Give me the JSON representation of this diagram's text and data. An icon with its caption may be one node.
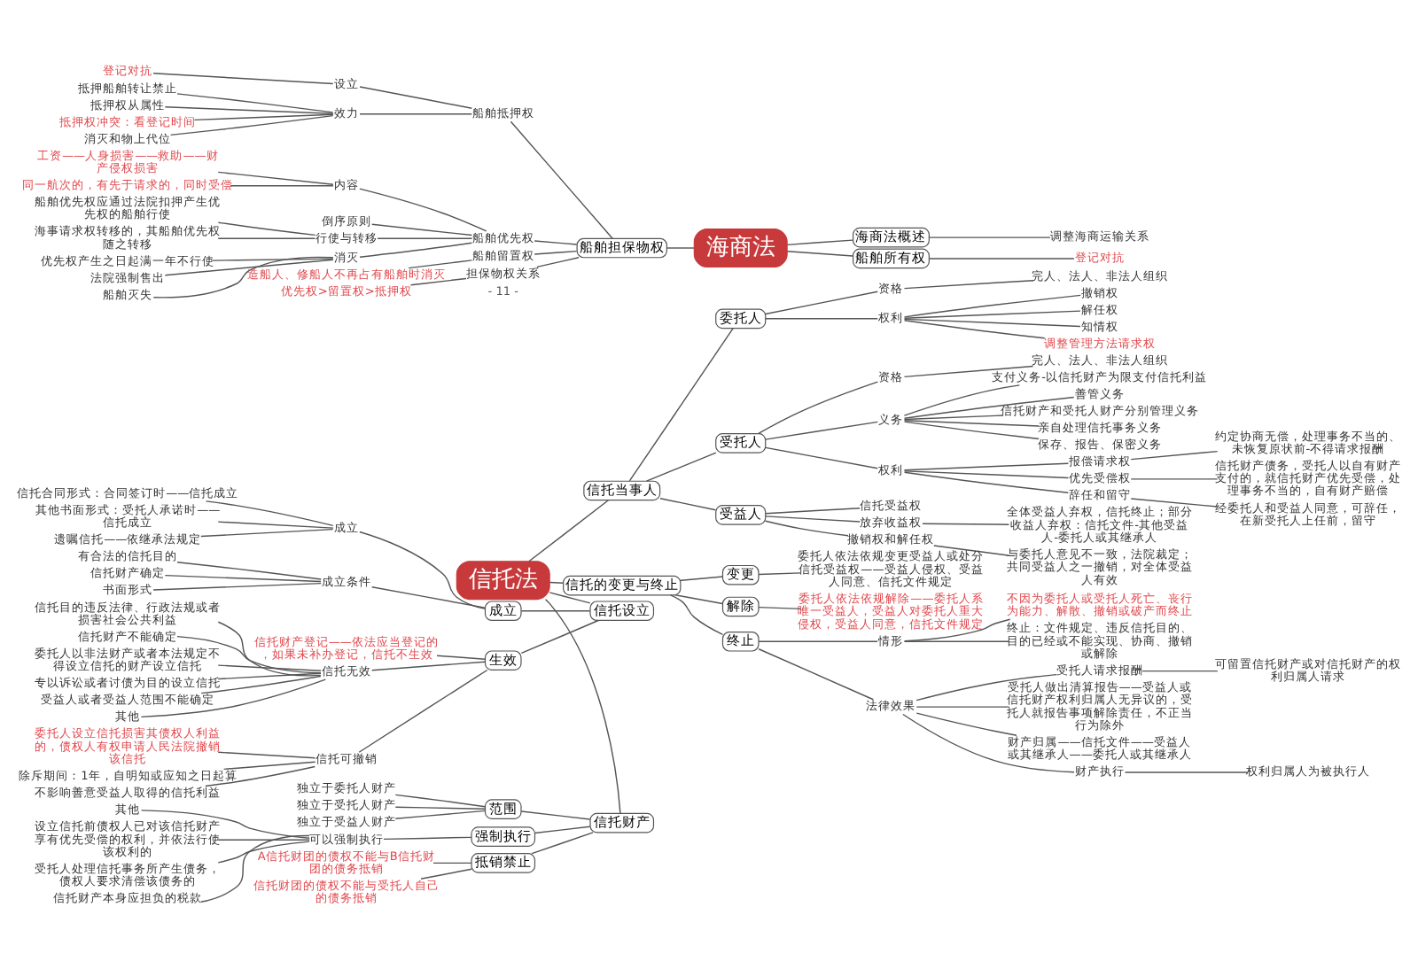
{
  "diagram": {
    "nodes": [
      {
        "text": [
          "信托法"
        ]
      },
      {
        "text": [
          "信托当事人"
        ]
      },
      {
        "text": [
          "委托人"
        ]
      },
      {
        "text": [
          "资格"
        ]
      },
      {
        "text": [
          "完人、法人、非法人组织"
        ]
      },
      {
        "text": [
          "权利"
        ]
      },
      {
        "text": [
          "知情权"
        ]
      },
      {
        "text": [
          "调整管理方法请求权"
        ]
      },
      {
        "text": [
          "撤销权"
        ]
      },
      {
        "text": [
          "解任权"
        ]
      },
      {
        "text": [
          "受托人"
        ]
      },
      {
        "text": [
          "资格"
        ]
      },
      {
        "text": [
          "完人、法人、非法人组织"
        ]
      },
      {
        "text": [
          "义务"
        ]
      },
      {
        "text": [
          "善管义务"
        ]
      },
      {
        "text": [
          "信托财产和受托人财产分别管理义务"
        ]
      },
      {
        "text": [
          "亲自处理信托事务义务"
        ]
      },
      {
        "text": [
          "保存、报告、保密义务"
        ]
      },
      {
        "text": [
          "支付义务-以信托财产为限支付信托利益"
        ]
      },
      {
        "text": [
          "权利"
        ]
      },
      {
        "text": [
          "报偿请求权"
        ]
      },
      {
        "text": [
          "约定协商无偿，处理事务不当的、未恢复原状前-不得请求报酬"
        ]
      },
      {
        "text": [
          "优先受偿权"
        ]
      },
      {
        "text": [
          "信托财产债务，受托人以自有财产支付的，就信托财产优先受偿，处理事务不当的，自有财产赔偿"
        ]
      },
      {
        "text": [
          "辞任和留守"
        ]
      },
      {
        "text": [
          "经委托人和受益人同意，可辞任，在新受托人上任前，留守"
        ]
      },
      {
        "text": [
          "受益人"
        ]
      },
      {
        "text": [
          "信托受益权"
        ]
      },
      {
        "text": [
          "放弃收益权"
        ]
      },
      {
        "text": [
          "全体受益人弃权，信托终止；部分收益人弃权：信托文件-其他受益人-委托人或其继承人"
        ]
      },
      {
        "text": [
          "撤销权和解任权"
        ]
      },
      {
        "text": [
          "与委托人意见不一致，法院裁定；共同受益人之一撤销，对全体受益人有效"
        ]
      },
      {
        "text": [
          "信托的变更与终止"
        ]
      },
      {
        "text": [
          "变更"
        ]
      },
      {
        "text": [
          "委托人依法依规变更受益人或处分信托受益权——受益人侵权、受益人同意、信托文件规定"
        ]
      },
      {
        "text": [
          "解除"
        ]
      },
      {
        "text": [
          "委托人依法依规解除——委托人系唯一受益人，受益人对委托人重大侵权，受益人同意，信托文件规定"
        ]
      },
      {
        "text": [
          "终止"
        ]
      },
      {
        "text": [
          "情形"
        ]
      },
      {
        "text": [
          "不因为委托人或受托人死亡、丧行为能力、解散、撤销或破产而终止"
        ]
      },
      {
        "text": [
          "终止：文件规定、违反信托目的、目的已经或不能实现、协商、撤销或解除"
        ]
      },
      {
        "text": [
          "法律效果"
        ]
      },
      {
        "text": [
          "财产归属——信托文件——受益人或其继承人——委托人或其继承人"
        ]
      },
      {
        "text": [
          "财产执行"
        ]
      },
      {
        "text": [
          "权利归属人为被执行人"
        ]
      },
      {
        "text": [
          "受托人请求报酬"
        ]
      },
      {
        "text": [
          "可留置信托财产或对信托财产的权利归属人请求"
        ]
      },
      {
        "text": [
          "受托人做出清算报告——受益人或信托财产权利归属人无异议的，受托人就报告事项解除责任，不正当行为除外"
        ]
      },
      {
        "text": [
          "信托设立"
        ]
      },
      {
        "text": [
          "成立"
        ]
      },
      {
        "text": [
          "成立条件"
        ]
      },
      {
        "text": [
          "有合法的信托目的"
        ]
      },
      {
        "text": [
          "信托财产确定"
        ]
      },
      {
        "text": [
          "书面形式"
        ]
      },
      {
        "text": [
          "成立"
        ]
      },
      {
        "text": [
          "信托合同形式：合同签订时——信托成立"
        ]
      },
      {
        "text": [
          "其他书面形式：受托人承诺时——信托成立"
        ]
      },
      {
        "text": [
          "遗嘱信托——依继承法规定"
        ]
      },
      {
        "text": [
          "生效"
        ]
      },
      {
        "text": [
          "信托财产登记——依法应当登记的，如果未补办登记，信托不生效"
        ]
      },
      {
        "text": [
          "信托无效"
        ]
      },
      {
        "text": [
          "信托目的违反法律、行政法规或者损害社会公共利益"
        ]
      },
      {
        "text": [
          "信托财产不能确定"
        ]
      },
      {
        "text": [
          "委托人以非法财产或者本法规定不得设立信托的财产设立信托"
        ]
      },
      {
        "text": [
          "专以诉讼或者讨债为目的设立信托"
        ]
      },
      {
        "text": [
          "受益人或者受益人范围不能确定"
        ]
      },
      {
        "text": [
          "其他"
        ]
      },
      {
        "text": [
          "信托可撤销"
        ]
      },
      {
        "text": [
          "委托人设立信托损害其债权人利益的，债权人有权申请人民法院撤销该信托"
        ]
      },
      {
        "text": [
          "除斥期间：1年，自明知或应知之日起算"
        ]
      },
      {
        "text": [
          "不影响善意受益人取得的信托利益"
        ]
      },
      {
        "text": [
          "信托财产"
        ]
      },
      {
        "text": [
          "范围"
        ]
      },
      {
        "text": [
          "独立于委托人财产"
        ]
      },
      {
        "text": [
          "独立于受托人财产"
        ]
      },
      {
        "text": [
          "独立于受益人财产"
        ]
      },
      {
        "text": [
          "强制执行"
        ]
      },
      {
        "text": [
          "可以强制执行"
        ]
      },
      {
        "text": [
          "设立信托前债权人已对该信托财产享有优先受偿的权利，并依法行使该权利的"
        ]
      },
      {
        "text": [
          "受托人处理信托事务所产生债务，债权人要求清偿该债务的"
        ]
      },
      {
        "text": [
          "信托财产本身应担负的税款"
        ]
      },
      {
        "text": [
          "其他"
        ]
      },
      {
        "text": [
          "抵销禁止"
        ]
      },
      {
        "text": [
          "信托财团的债权不能与受托人自己的债务抵销"
        ]
      },
      {
        "text": [
          "A信托财团的债权不能与B信托财团的债务抵销"
        ]
      },
      {
        "text": [
          "海商法"
        ]
      },
      {
        "text": [
          "海商法概述"
        ]
      },
      {
        "text": [
          "调整海商运输关系"
        ]
      },
      {
        "text": [
          "船舶所有权"
        ]
      },
      {
        "text": [
          "登记对抗"
        ]
      },
      {
        "text": [
          "船舶担保物权"
        ]
      },
      {
        "text": [
          "船舶抵押权"
        ]
      },
      {
        "text": [
          "设立"
        ]
      },
      {
        "text": [
          "登记对抗"
        ]
      },
      {
        "text": [
          "效力"
        ]
      },
      {
        "text": [
          "抵押船舶转让禁止"
        ]
      },
      {
        "text": [
          "抵押权从属性"
        ]
      },
      {
        "text": [
          "抵押权冲突：看登记时间"
        ]
      },
      {
        "text": [
          "消灭和物上代位"
        ]
      },
      {
        "text": [
          "船舶优先权"
        ]
      },
      {
        "text": [
          "内容"
        ]
      },
      {
        "text": [
          "工资——人身损害——救助——财产侵权损害"
        ]
      },
      {
        "text": [
          "同一航次的，有先于请求的，同时受偿"
        ]
      },
      {
        "text": [
          "倒序原则"
        ]
      },
      {
        "text": [
          "行使与转移"
        ]
      },
      {
        "text": [
          "船舶优先权应通过法院扣押产生优先权的船舶行使"
        ]
      },
      {
        "text": [
          "海事请求权转移的，其船舶优先权随之转移"
        ]
      },
      {
        "text": [
          "消灭"
        ]
      },
      {
        "text": [
          "优先权产生之日起满一年不行使"
        ]
      },
      {
        "text": [
          "法院强制售出"
        ]
      },
      {
        "text": [
          "船舶灭失"
        ]
      },
      {
        "text": [
          "船舶留置权"
        ]
      },
      {
        "text": [
          "造船人、修船人不再占有船舶时消灭"
        ]
      },
      {
        "text": [
          "担保物权关系"
        ]
      },
      {
        "text": [
          "优先权>留置权>抵押权"
        ]
      }
    ],
    "edges": [
      {
        "from": 0,
        "to": 1,
        "arrow": "none"
      },
      {
        "from": 1,
        "to": 2,
        "arrow": "none"
      },
      {
        "from": 2,
        "to": 3,
        "arrow": "none"
      },
      {
        "from": 3,
        "to": 4,
        "arrow": "none"
      },
      {
        "from": 2,
        "to": 5,
        "arrow": "none"
      },
      {
        "from": 5,
        "to": 6,
        "arrow": "none"
      },
      {
        "from": 5,
        "to": 7,
        "arrow": "none"
      },
      {
        "from": 5,
        "to": 8,
        "arrow": "none"
      },
      {
        "from": 5,
        "to": 9,
        "arrow": "none"
      },
      {
        "from": 1,
        "to": 10,
        "arrow": "none"
      },
      {
        "from": 10,
        "to": 11,
        "arrow": "none"
      },
      {
        "from": 11,
        "to": 12,
        "arrow": "none"
      },
      {
        "from": 10,
        "to": 13,
        "arrow": "none"
      },
      {
        "from": 13,
        "to": 14,
        "arrow": "none"
      },
      {
        "from": 13,
        "to": 15,
        "arrow": "none"
      },
      {
        "from": 13,
        "to": 16,
        "arrow": "none"
      },
      {
        "from": 13,
        "to": 17,
        "arrow": "none"
      },
      {
        "from": 13,
        "to": 18,
        "arrow": "none"
      },
      {
        "from": 10,
        "to": 19,
        "arrow": "none"
      },
      {
        "from": 19,
        "to": 20,
        "arrow": "none"
      },
      {
        "from": 20,
        "to": 21,
        "arrow": "none"
      },
      {
        "from": 19,
        "to": 22,
        "arrow": "none"
      },
      {
        "from": 22,
        "to": 23,
        "arrow": "none"
      },
      {
        "from": 19,
        "to": 24,
        "arrow": "none"
      },
      {
        "from": 24,
        "to": 25,
        "arrow": "none"
      },
      {
        "from": 1,
        "to": 26,
        "arrow": "none"
      },
      {
        "from": 26,
        "to": 27,
        "arrow": "none"
      },
      {
        "from": 26,
        "to": 28,
        "arrow": "none"
      },
      {
        "from": 28,
        "to": 29,
        "arrow": "none"
      },
      {
        "from": 26,
        "to": 30,
        "arrow": "none"
      },
      {
        "from": 30,
        "to": 31,
        "arrow": "none"
      },
      {
        "from": 0,
        "to": 32,
        "arrow": "none"
      },
      {
        "from": 32,
        "to": 33,
        "arrow": "none"
      },
      {
        "from": 33,
        "to": 34,
        "arrow": "none"
      },
      {
        "from": 32,
        "to": 35,
        "arrow": "none"
      },
      {
        "from": 35,
        "to": 36,
        "arrow": "none"
      },
      {
        "from": 32,
        "to": 37,
        "arrow": "none"
      },
      {
        "from": 37,
        "to": 38,
        "arrow": "none"
      },
      {
        "from": 38,
        "to": 39,
        "arrow": "none"
      },
      {
        "from": 38,
        "to": 40,
        "arrow": "none"
      },
      {
        "from": 37,
        "to": 41,
        "arrow": "none"
      },
      {
        "from": 41,
        "to": 42,
        "arrow": "none"
      },
      {
        "from": 41,
        "to": 43,
        "arrow": "none"
      },
      {
        "from": 43,
        "to": 44,
        "arrow": "none"
      },
      {
        "from": 41,
        "to": 45,
        "arrow": "none"
      },
      {
        "from": 45,
        "to": 46,
        "arrow": "none"
      },
      {
        "from": 41,
        "to": 47,
        "arrow": "none"
      },
      {
        "from": 0,
        "to": 48,
        "arrow": "none"
      },
      {
        "from": 48,
        "to": 49,
        "arrow": "none"
      },
      {
        "from": 49,
        "to": 50,
        "arrow": "none"
      },
      {
        "from": 50,
        "to": 51,
        "arrow": "none"
      },
      {
        "from": 50,
        "to": 52,
        "arrow": "none"
      },
      {
        "from": 50,
        "to": 53,
        "arrow": "none"
      },
      {
        "from": 49,
        "to": 54,
        "arrow": "none"
      },
      {
        "from": 54,
        "to": 55,
        "arrow": "none"
      },
      {
        "from": 54,
        "to": 56,
        "arrow": "none"
      },
      {
        "from": 54,
        "to": 57,
        "arrow": "none"
      },
      {
        "from": 48,
        "to": 58,
        "arrow": "none"
      },
      {
        "from": 58,
        "to": 59,
        "arrow": "none"
      },
      {
        "from": 58,
        "to": 60,
        "arrow": "none"
      },
      {
        "from": 60,
        "to": 61,
        "arrow": "none"
      },
      {
        "from": 60,
        "to": 62,
        "arrow": "none"
      },
      {
        "from": 60,
        "to": 63,
        "arrow": "none"
      },
      {
        "from": 60,
        "to": 64,
        "arrow": "none"
      },
      {
        "from": 60,
        "to": 65,
        "arrow": "none"
      },
      {
        "from": 60,
        "to": 66,
        "arrow": "none"
      },
      {
        "from": 58,
        "to": 67,
        "arrow": "none"
      },
      {
        "from": 67,
        "to": 68,
        "arrow": "none"
      },
      {
        "from": 67,
        "to": 69,
        "arrow": "none"
      },
      {
        "from": 67,
        "to": 70,
        "arrow": "none"
      },
      {
        "from": 0,
        "to": 71,
        "arrow": "none"
      },
      {
        "from": 71,
        "to": 72,
        "arrow": "none"
      },
      {
        "from": 72,
        "to": 73,
        "arrow": "none"
      },
      {
        "from": 72,
        "to": 74,
        "arrow": "none"
      },
      {
        "from": 72,
        "to": 75,
        "arrow": "none"
      },
      {
        "from": 71,
        "to": 76,
        "arrow": "none"
      },
      {
        "from": 76,
        "to": 77,
        "arrow": "none"
      },
      {
        "from": 77,
        "to": 78,
        "arrow": "none"
      },
      {
        "from": 77,
        "to": 79,
        "arrow": "none"
      },
      {
        "from": 77,
        "to": 80,
        "arrow": "none"
      },
      {
        "from": 77,
        "to": 81,
        "arrow": "none"
      },
      {
        "from": 71,
        "to": 82,
        "arrow": "none"
      },
      {
        "from": 82,
        "to": 83,
        "arrow": "none"
      },
      {
        "from": 82,
        "to": 84,
        "arrow": "none"
      },
      {
        "from": 85,
        "to": 86,
        "arrow": "none"
      },
      {
        "from": 86,
        "to": 87,
        "arrow": "none"
      },
      {
        "from": 85,
        "to": 88,
        "arrow": "none"
      },
      {
        "from": 88,
        "to": 89,
        "arrow": "none"
      },
      {
        "from": 85,
        "to": 90,
        "arrow": "none"
      },
      {
        "from": 90,
        "to": 91,
        "arrow": "none"
      },
      {
        "from": 91,
        "to": 92,
        "arrow": "none"
      },
      {
        "from": 92,
        "to": 93,
        "arrow": "none"
      },
      {
        "from": 91,
        "to": 94,
        "arrow": "none"
      },
      {
        "from": 94,
        "to": 95,
        "arrow": "none"
      },
      {
        "from": 94,
        "to": 96,
        "arrow": "none"
      },
      {
        "from": 94,
        "to": 97,
        "arrow": "none"
      },
      {
        "from": 94,
        "to": 98,
        "arrow": "none"
      },
      {
        "from": 90,
        "to": 99,
        "arrow": "none"
      },
      {
        "from": 99,
        "to": 100,
        "arrow": "none"
      },
      {
        "from": 100,
        "to": 101,
        "arrow": "none"
      },
      {
        "from": 100,
        "to": 102,
        "arrow": "none"
      },
      {
        "from": 99,
        "to": 103,
        "arrow": "none"
      },
      {
        "from": 99,
        "to": 104,
        "arrow": "none"
      },
      {
        "from": 104,
        "to": 105,
        "arrow": "none"
      },
      {
        "from": 104,
        "to": 106,
        "arrow": "none"
      },
      {
        "from": 99,
        "to": 107,
        "arrow": "none"
      },
      {
        "from": 107,
        "to": 108,
        "arrow": "none"
      },
      {
        "from": 107,
        "to": 109,
        "arrow": "none"
      },
      {
        "from": 107,
        "to": 110,
        "arrow": "none"
      },
      {
        "from": 90,
        "to": 111,
        "arrow": "none"
      },
      {
        "from": 111,
        "to": 112,
        "arrow": "none"
      },
      {
        "from": 90,
        "to": 113,
        "arrow": "none"
      },
      {
        "from": 113,
        "to": 114,
        "arrow": "none"
      }
    ],
    "labels": [
      "- 11 -"
    ]
  }
}
